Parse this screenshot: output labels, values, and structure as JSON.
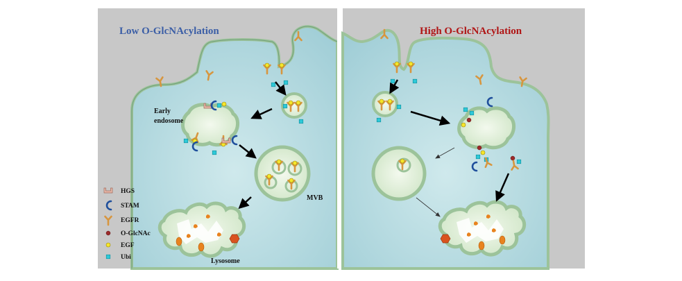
{
  "panels": {
    "left": {
      "title": "Low O-GlcNAcylation"
    },
    "right": {
      "title": "High O-GlcNAcylation"
    }
  },
  "labels": {
    "early_endosome_line1": "Early",
    "early_endosome_line2": "endosome",
    "mvb": "MVB",
    "lysosome": "Lysosome"
  },
  "legend": {
    "items": [
      {
        "id": "hgs",
        "label": "HGS",
        "icon": "hgs-icon"
      },
      {
        "id": "stam",
        "label": "STAM",
        "icon": "stam-icon"
      },
      {
        "id": "egfr",
        "label": "EGFR",
        "icon": "egfr-icon"
      },
      {
        "id": "o-glcnac",
        "label": "O-GlcNAc",
        "icon": "o-glcnac-icon"
      },
      {
        "id": "egf",
        "label": "EGF",
        "icon": "egf-icon"
      },
      {
        "id": "ubi",
        "label": "Ubi",
        "icon": "ubi-icon"
      }
    ]
  },
  "colors": {
    "background": "#c8c8c8",
    "cytoplasm": "#b9dde3",
    "membrane": "#9cc39a",
    "membrane_edge": "#6f9e7a",
    "vesicle_fill": "#e4f1dc",
    "egfr": "#d7963f",
    "egf": "#f5e52a",
    "ubi": "#2ec9d8",
    "o_glcnac": "#9c2a2a",
    "stam": "#1f4f9c",
    "hgs": "#e7b7a8",
    "lysosome_cargo": "#e8831f",
    "title_low": "#3b5ea6",
    "title_high": "#b01515"
  }
}
